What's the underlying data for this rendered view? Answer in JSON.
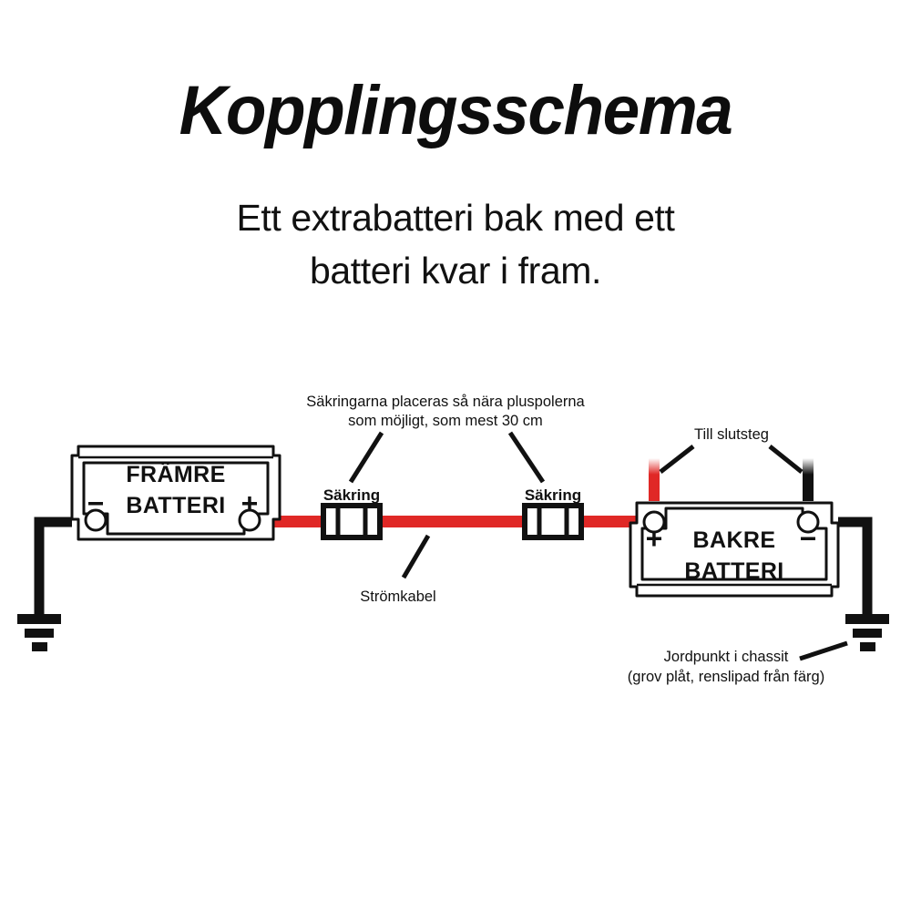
{
  "header": {
    "title": "Kopplingsschema",
    "subtitle_line1": "Ett extrabatteri bak med ett",
    "subtitle_line2": "batteri kvar i fram."
  },
  "colors": {
    "cable_positive": "#E02826",
    "cable_negative": "#111111",
    "outline": "#111111",
    "background": "#FFFFFF"
  },
  "diagram": {
    "front_battery": {
      "label_line1": "FRÄMRE",
      "label_line2": "BATTERI",
      "terminal_left": "–",
      "terminal_right": "+"
    },
    "rear_battery": {
      "label_line1": "BAKRE",
      "label_line2": "BATTERI",
      "terminal_left": "+",
      "terminal_right": "–"
    },
    "fuse_left_label": "Säkring",
    "fuse_right_label": "Säkring",
    "annotations": {
      "fuse_note_line1": "Säkringarna placeras så nära pluspolerna",
      "fuse_note_line2": "som möjligt, som mest 30 cm",
      "power_cable": "Strömkabel",
      "to_amplifier": "Till slutsteg",
      "ground_point_line1": "Jordpunkt i chassit",
      "ground_point_line2": "(grov plåt, renslipad från färg)"
    }
  }
}
